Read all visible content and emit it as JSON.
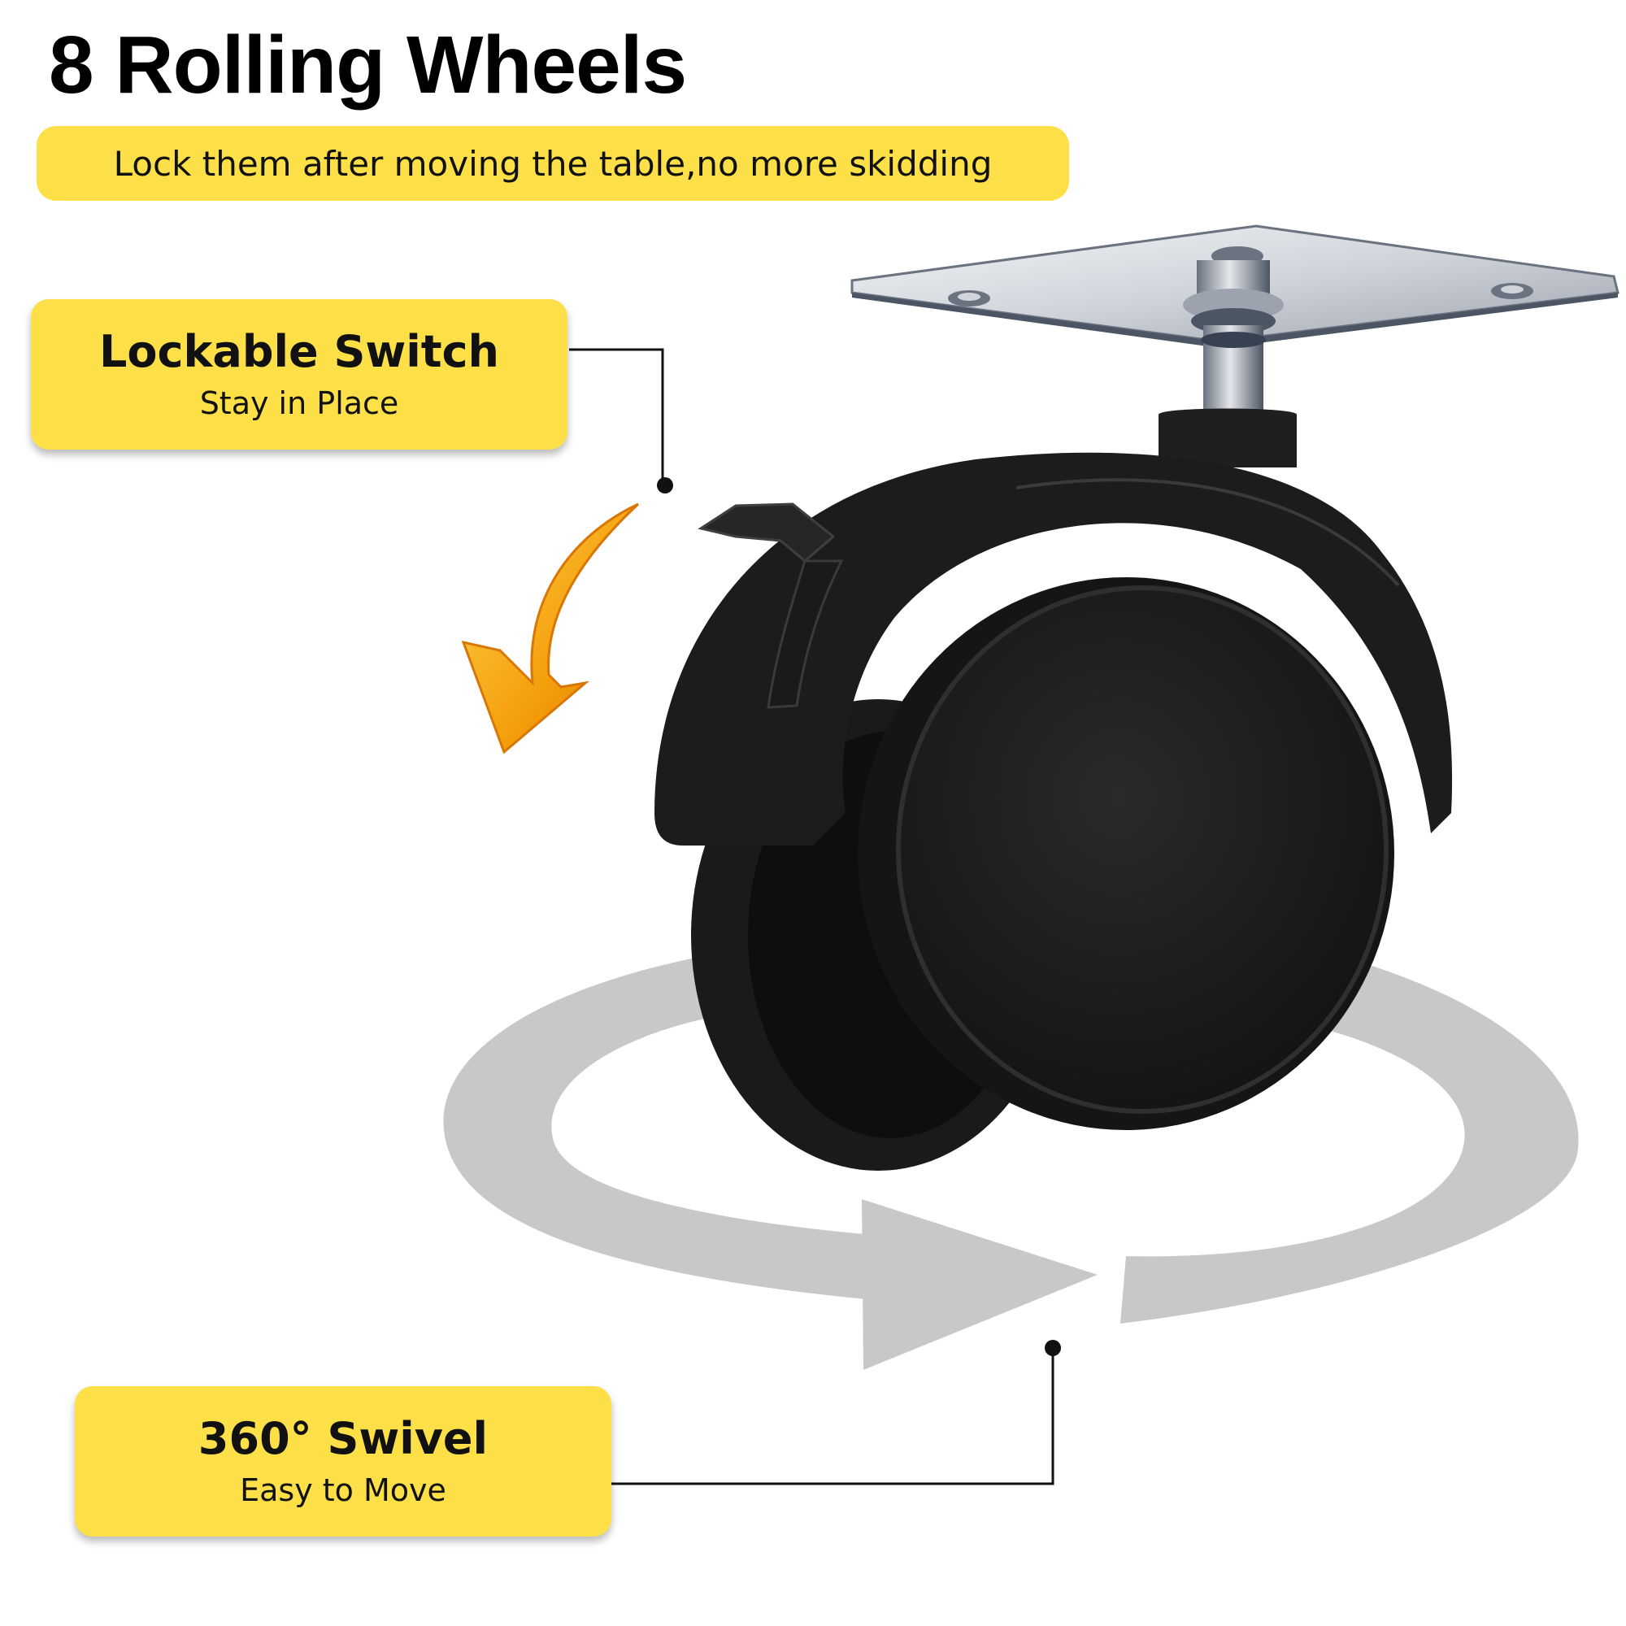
{
  "title": "8 Rolling Wheels",
  "subtitle": "Lock them after moving the table,no more skidding",
  "callouts": {
    "lock": {
      "heading": "Lockable Switch",
      "subheading": "Stay in Place"
    },
    "swivel": {
      "heading": "360° Swivel",
      "subheading": "Easy to Move"
    }
  },
  "colors": {
    "accent": "#fde047",
    "arrow_orange": "#f59e0b",
    "swivel_ring": "#c8c8c8",
    "wheel": "#1a1a1a"
  },
  "icons": [
    "curved-down-arrow-icon",
    "circular-rotation-arrow-icon"
  ]
}
